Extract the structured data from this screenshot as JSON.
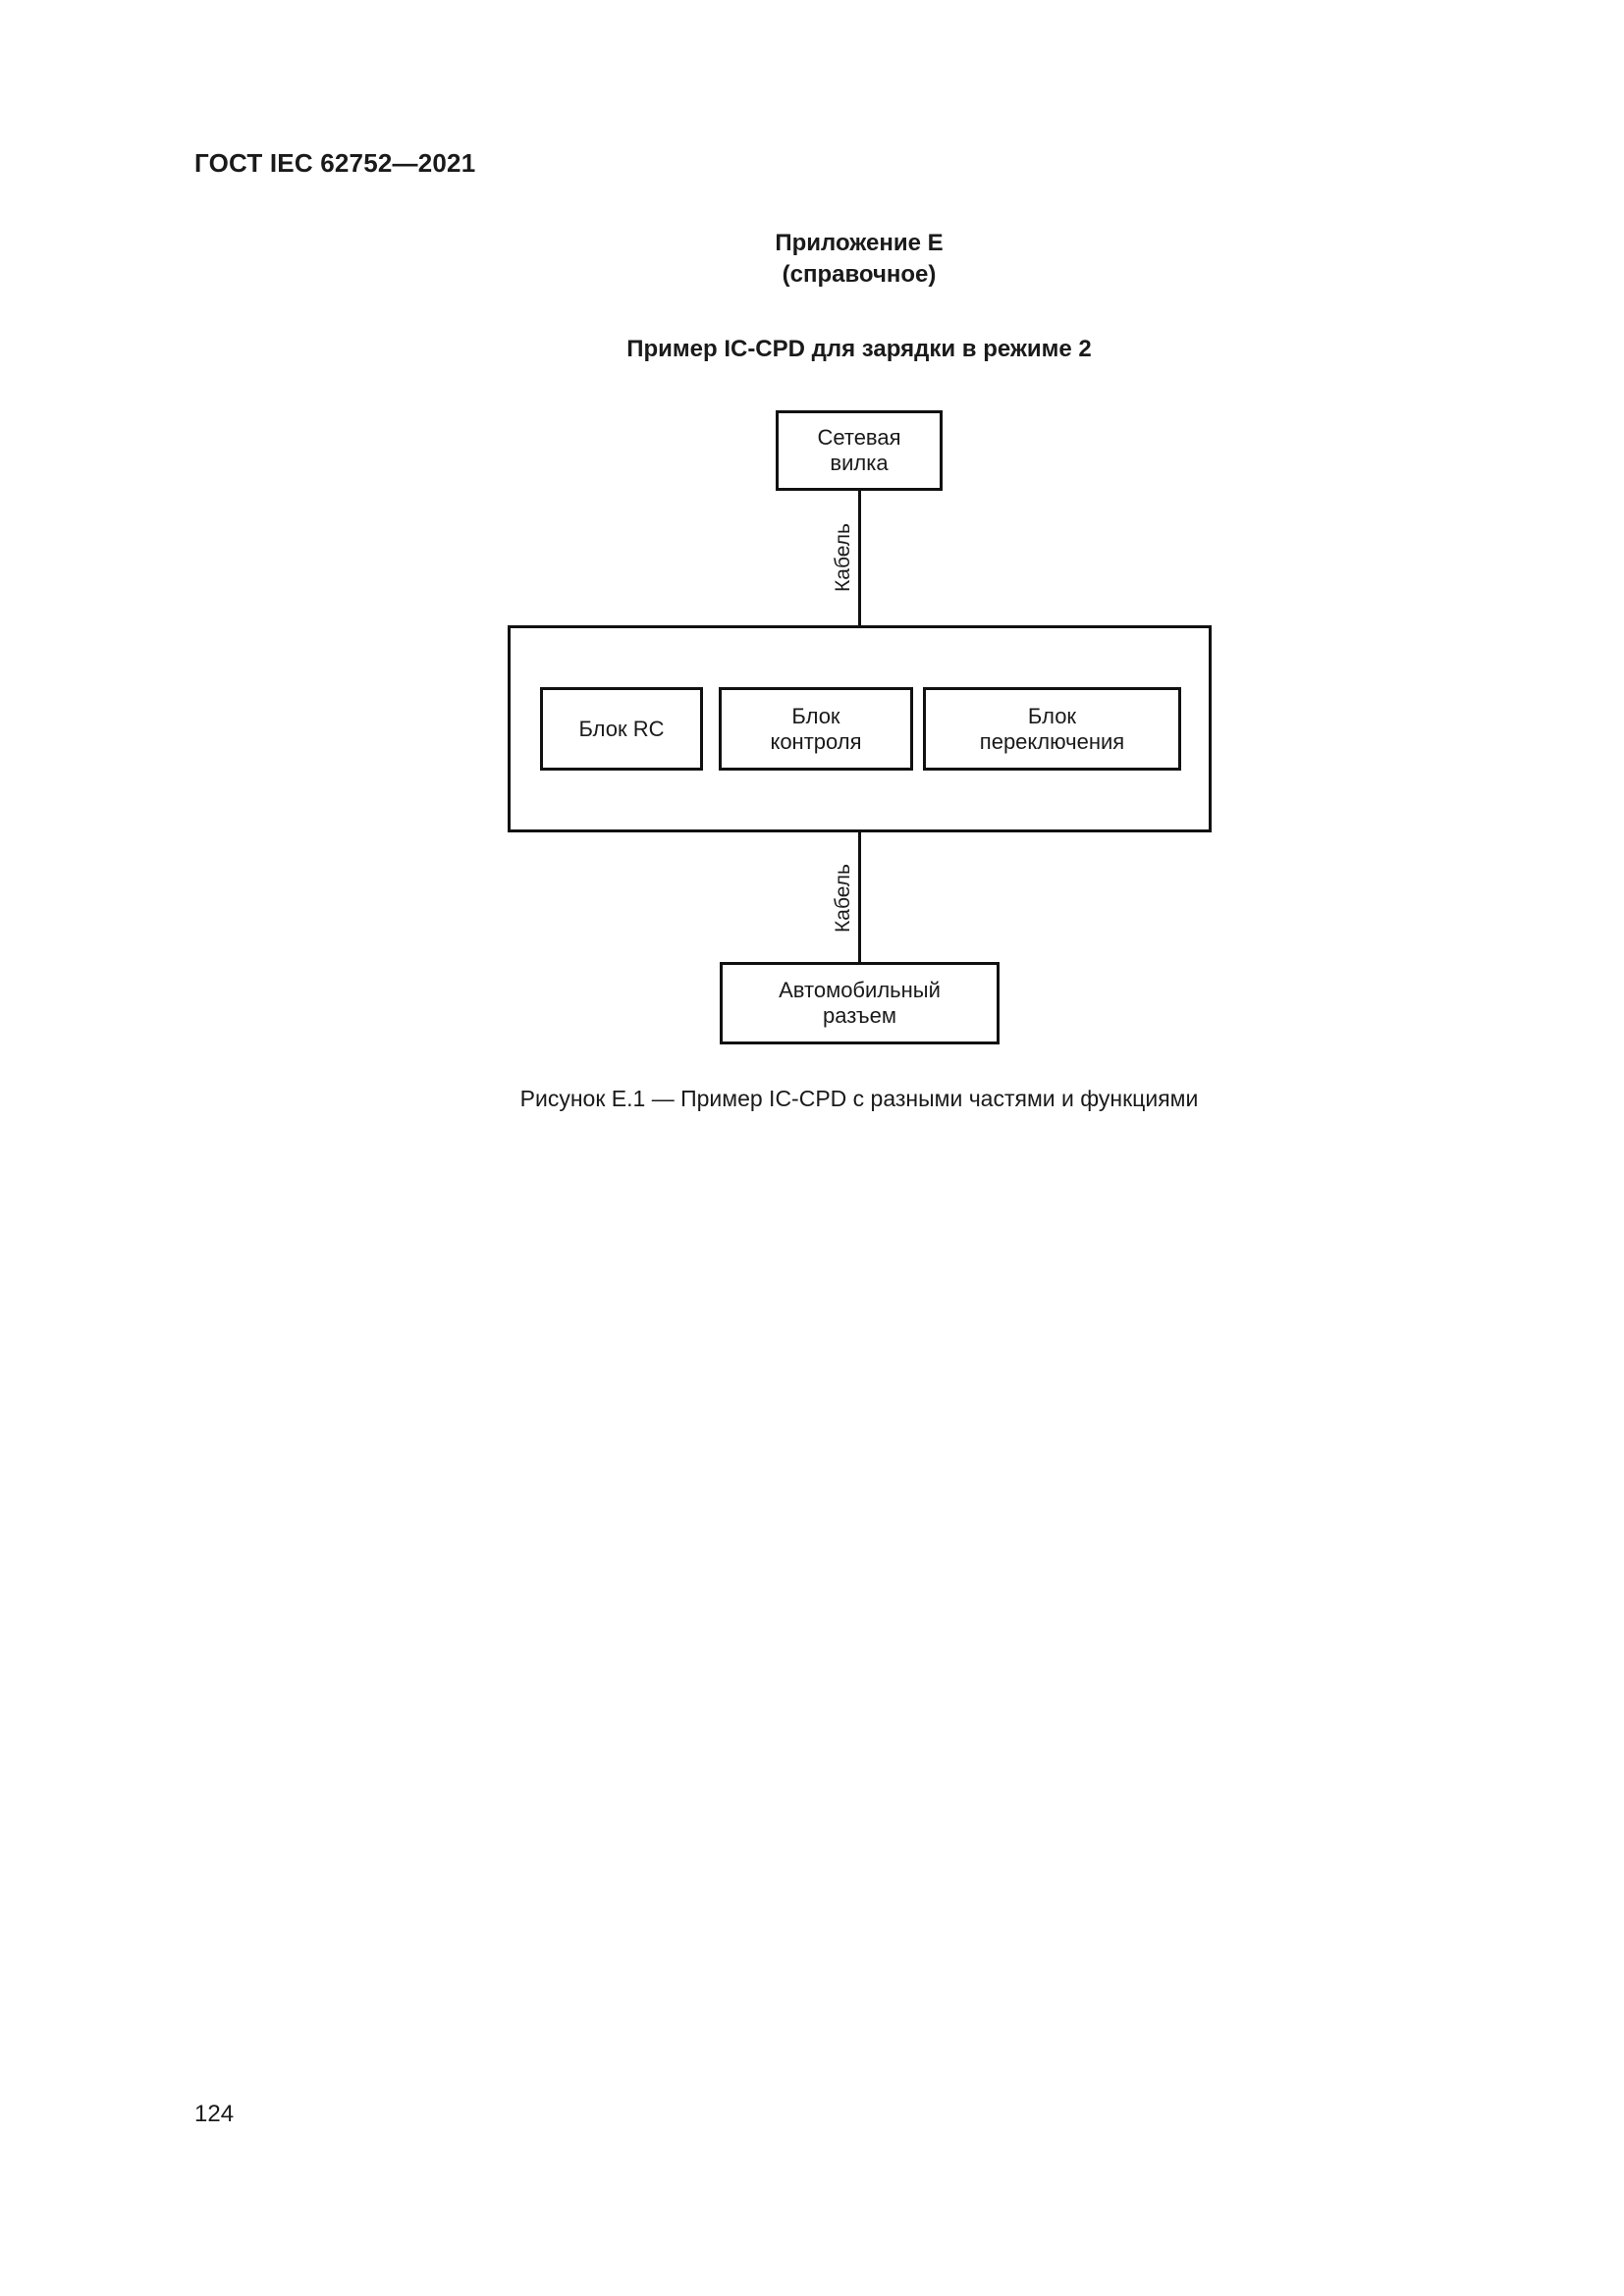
{
  "header": {
    "standard_code": "ГОСТ IEC 62752—2021"
  },
  "annex": {
    "label": "Приложение Е",
    "status": "(справочное)",
    "title": "Пример IC-CPD для зарядки в режиме 2"
  },
  "diagram": {
    "plug": "Сетевая\nвилка",
    "cable_top": "Кабель",
    "blocks": [
      "Блок RC",
      "Блок\nконтроля",
      "Блок\nпереключения"
    ],
    "cable_bottom": "Кабель",
    "connector": "Автомобильный\nразъем"
  },
  "figure_caption": "Рисунок Е.1 — Пример IC-CPD с разными частями и функциями",
  "page_number": "124"
}
